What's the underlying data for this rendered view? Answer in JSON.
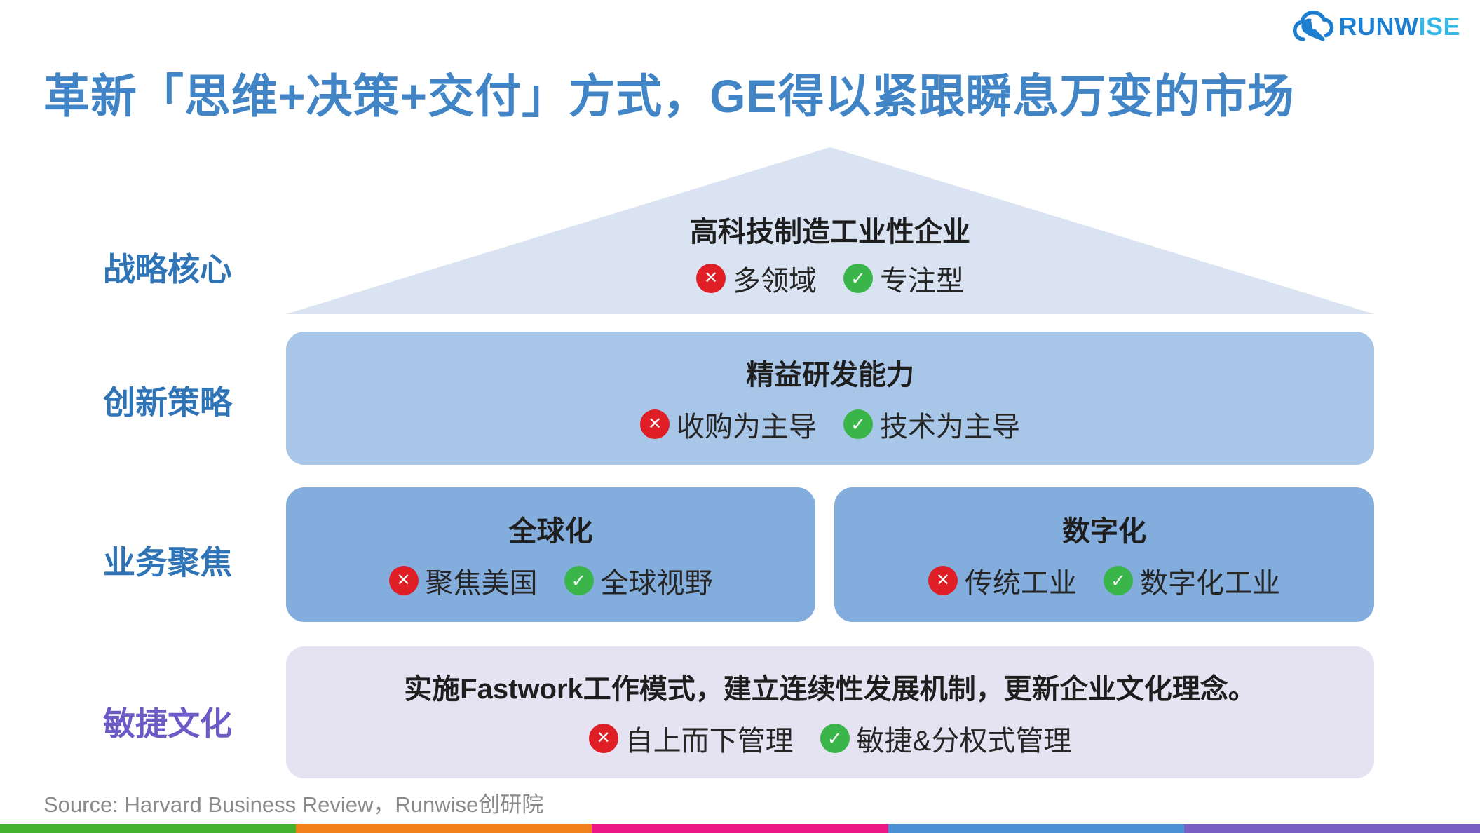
{
  "header": {
    "title": "革新「思维+决策+交付」方式，GE得以紧跟瞬息万变的市场",
    "logo": {
      "icon": "runwise-cloud-logo",
      "text_primary": "RUNW",
      "text_secondary": "ISE"
    }
  },
  "pyramid": {
    "strategy_core": {
      "label": "战略核心",
      "heading": "高科技制造工业性企业",
      "negative": "多领域",
      "positive": "专注型"
    },
    "innovation_strategy": {
      "label": "创新策略",
      "heading": "精益研发能力",
      "negative": "收购为主导",
      "positive": "技术为主导"
    },
    "business_focus": {
      "label": "业务聚焦",
      "global": {
        "heading": "全球化",
        "negative": "聚焦美国",
        "positive": "全球视野"
      },
      "digital": {
        "heading": "数字化",
        "negative": "传统工业",
        "positive": "数字化工业"
      }
    },
    "agile_culture": {
      "label": "敏捷文化",
      "heading": "实施Fastwork工作模式，建立连续性发展机制，更新企业文化理念。",
      "negative": "自上而下管理",
      "positive": "敏捷&分权式管理"
    }
  },
  "icons": {
    "cross": "✕",
    "check": "✓"
  },
  "footer": {
    "source": "Source: Harvard Business Review，Runwise创研院",
    "bar_colors": [
      "#44b02e",
      "#f0801a",
      "#ec1585",
      "#4a90d5",
      "#7a5ec2"
    ]
  },
  "colors": {
    "title_blue": "#4285c6",
    "label_blue": "#2e74b6",
    "label_purple": "#6c5ac6",
    "triangle_fill": "#d9e3f1",
    "row_fill_light": "#a8c6e8",
    "row_fill_medium": "#83addc",
    "row_fill_lavender": "#e5e2f1",
    "negative_red": "#e01e25",
    "positive_green": "#3ab54a",
    "source_gray": "#8a8a8a"
  }
}
